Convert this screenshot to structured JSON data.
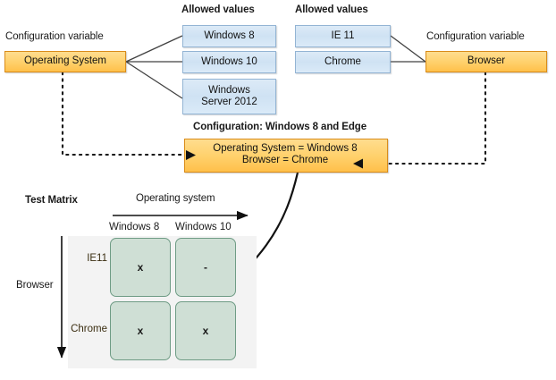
{
  "diagram": {
    "title_left_var": "Configuration variable",
    "title_right_var": "Configuration variable",
    "allowed_left_title": "Allowed values",
    "allowed_right_title": "Allowed values",
    "config_title": "Configuration: Windows 8 and Edge"
  },
  "variables": {
    "os": "Operating System",
    "browser": "Browser"
  },
  "os_values": [
    {
      "label": "Windows 8"
    },
    {
      "label": "Windows 10"
    },
    {
      "label": "Windows\nServer 2012"
    }
  ],
  "browser_values": [
    {
      "label": "IE 11"
    },
    {
      "label": "Chrome"
    }
  ],
  "configuration": {
    "line1": "Operating System = Windows 8",
    "line2": "Browser = Chrome",
    "in_arrow_icon": "triangle-right-icon",
    "back_arrow_icon": "triangle-left-icon"
  },
  "matrix": {
    "title": "Test Matrix",
    "x_axis_label": "Operating system",
    "y_axis_label": "Browser",
    "columns": [
      "Windows 8",
      "Windows 10"
    ],
    "rows": [
      "IE11",
      "Chrome"
    ],
    "cells": [
      [
        "x",
        "-"
      ],
      [
        "x",
        "x"
      ]
    ]
  },
  "colors": {
    "orange_fill": "#ffd06a",
    "orange_border": "#d98c1a",
    "blue_fill": "#cfe2f3",
    "blue_border": "#93b4d4",
    "cell_fill": "#cfdfd5",
    "cell_border": "#6f9c85",
    "matrix_bg": "#f3f3f3",
    "connector": "#3f3f3f"
  }
}
